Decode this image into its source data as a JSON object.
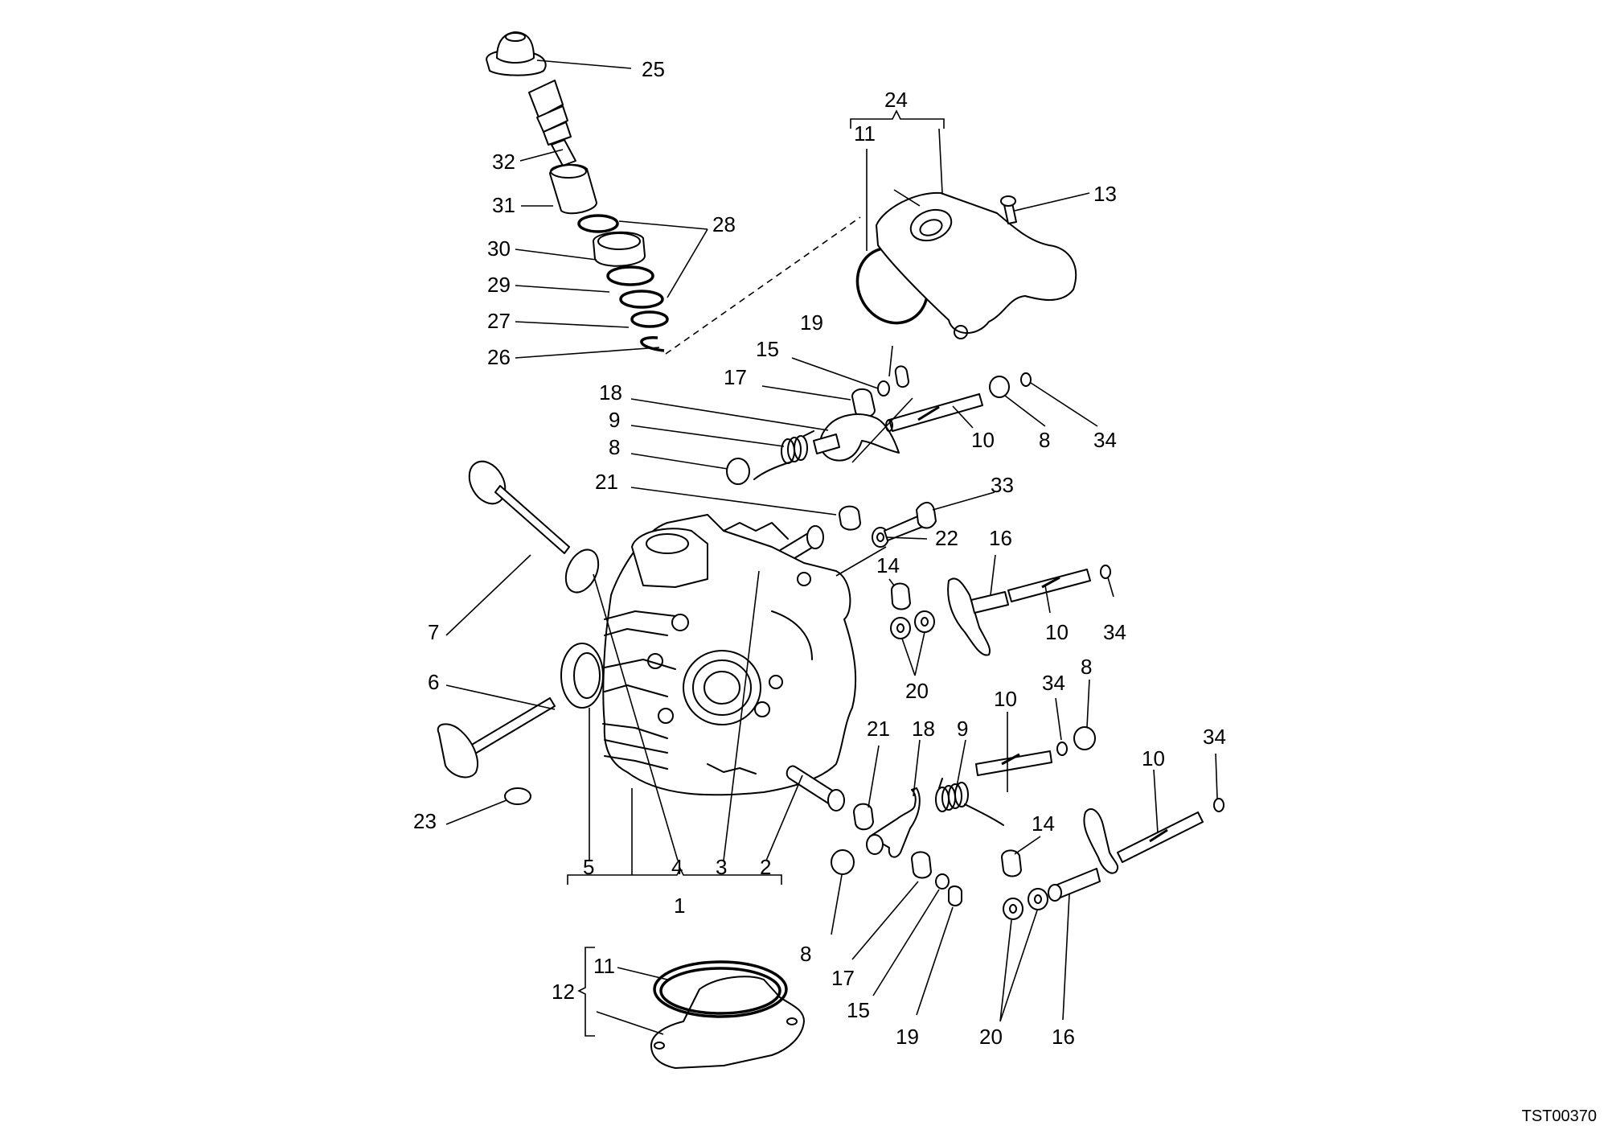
{
  "document_code": "TST00370",
  "callouts": {
    "c1": "1",
    "c2": "2",
    "c3": "3",
    "c4": "4",
    "c5": "5",
    "c6": "6",
    "c7": "7",
    "c8a": "8",
    "c8b": "8",
    "c8c": "8",
    "c8d": "8",
    "c9a": "9",
    "c9b": "9",
    "c10a": "10",
    "c10b": "10",
    "c10c": "10",
    "c10d": "10",
    "c11a": "11",
    "c11b": "11",
    "c12": "12",
    "c13": "13",
    "c14a": "14",
    "c14b": "14",
    "c15a": "15",
    "c15b": "15",
    "c16a": "16",
    "c16b": "16",
    "c17a": "17",
    "c17b": "17",
    "c18a": "18",
    "c18b": "18",
    "c19a": "19",
    "c19b": "19",
    "c20a": "20",
    "c20b": "20",
    "c21a": "21",
    "c21b": "21",
    "c22": "22",
    "c23": "23",
    "c24": "24",
    "c25": "25",
    "c26": "26",
    "c27": "27",
    "c28": "28",
    "c29": "29",
    "c30": "30",
    "c31": "31",
    "c32": "32",
    "c33": "33",
    "c34a": "34",
    "c34b": "34",
    "c34c": "34",
    "c34d": "34"
  }
}
